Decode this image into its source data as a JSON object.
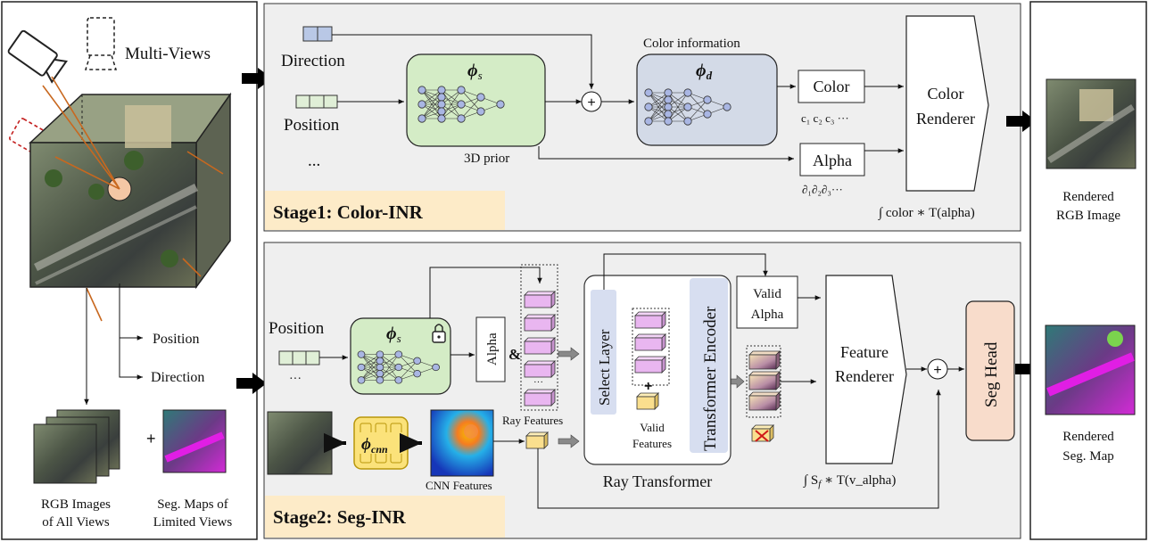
{
  "left_panel": {
    "multi_views_label": "Multi-Views",
    "position_label": "Position",
    "direction_label": "Direction",
    "rgb_caption_line1": "RGB Images",
    "rgb_caption_line2": "of All Views",
    "seg_caption_line1": "Seg. Maps of",
    "seg_caption_line2": "Limited Views",
    "plus": "+"
  },
  "stage1": {
    "title": "Stage1: Color-INR",
    "direction_label": "Direction",
    "position_label": "Position",
    "ellipsis": "...",
    "phi_s": "ϕ",
    "phi_s_sub": "s",
    "prior_label": "3D prior",
    "color_info_label": "Color information",
    "phi_d": "ϕ",
    "phi_d_sub": "d",
    "color_box": "Color",
    "alpha_box": "Alpha",
    "color_values": "c₁ c₂ c₃ ···",
    "alpha_values": "∂₁∂₂∂₃···",
    "renderer_line1": "Color",
    "renderer_line2": "Renderer",
    "integral": "∫ color ∗ T(alpha)",
    "plus": "+"
  },
  "stage2": {
    "title": "Stage2: Seg-INR",
    "position_label": "Position",
    "dots": "···",
    "phi_s": "ϕ",
    "phi_s_sub": "s",
    "alpha_box": "Alpha",
    "ampersand": "&",
    "ray_features": "Ray Features",
    "phi_cnn": "ϕ",
    "phi_cnn_sub": "cnn",
    "cnn_features": "CNN Features",
    "select_layer": "Select Layer",
    "valid_features_line1": "Valid",
    "valid_features_line2": "Features",
    "plus_small": "+",
    "transformer_encoder": "Transformer Encoder",
    "ray_transformer": "Ray Transformer",
    "valid_alpha_line1": "Valid",
    "valid_alpha_line2": "Alpha",
    "renderer_line1": "Feature",
    "renderer_line2": "Renderer",
    "integral": "∫ S",
    "integral_sub": "f",
    "integral_rest": " ∗  T(v_alpha)",
    "seg_head": "Seg Head",
    "plus": "+"
  },
  "right_panel": {
    "rgb_line1": "Rendered",
    "rgb_line2": "RGB Image",
    "seg_line1": "Rendered",
    "seg_line2": "Seg. Map"
  },
  "colors": {
    "stage_bg": "#efefef",
    "title_bg": "#fdebc8",
    "phi_s_fill": "#d4ecc6",
    "phi_d_fill": "#d3dae7",
    "cnn_fill": "#fbe27a",
    "seg_head_fill": "#f8dccb",
    "select_layer_fill": "#d7def0",
    "ray_feature_fill": "#e9b6f0",
    "cnn_feature_fill": "#fadf8e"
  }
}
